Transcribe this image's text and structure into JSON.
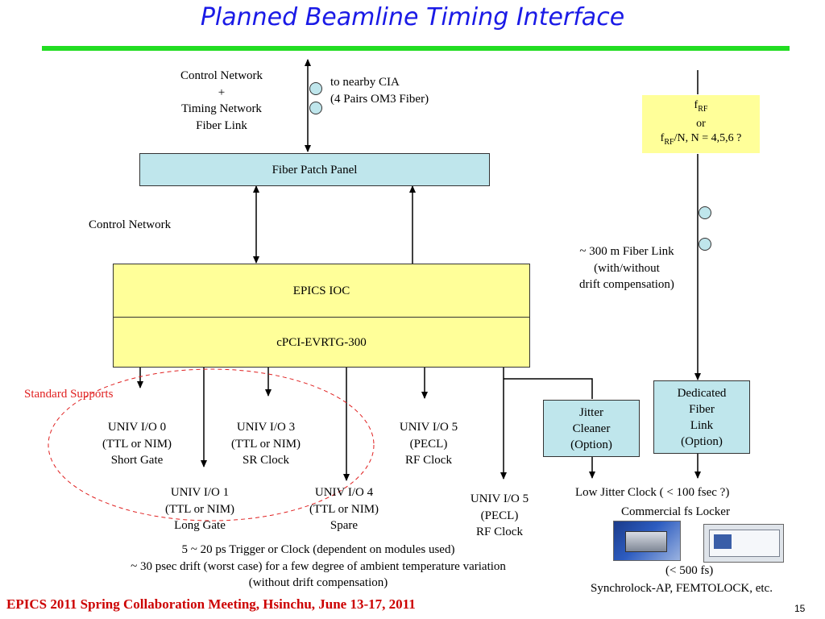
{
  "title": "Planned Beamline Timing Interface",
  "labels": {
    "ctrl_timing": [
      "Control Network",
      "+",
      "Timing Network",
      "Fiber Link"
    ],
    "cia": [
      "to nearby CIA",
      "(4 Pairs OM3 Fiber)"
    ],
    "fiber_patch_panel": "Fiber Patch Panel",
    "control_network": "Control Network",
    "epics_ioc": "EPICS IOC",
    "evr": "cPCI-EVRTG-300",
    "fiber_link_300m": [
      "~ 300 m Fiber Link",
      "(with/without",
      "drift compensation)"
    ],
    "frf": {
      "f": "f",
      "sub1": "RF",
      "or": "or",
      "f2": "f",
      "sub2": "RF",
      "rest": "/N, N = 4,5,6 ?"
    },
    "standard_supports": "Standard Supports",
    "io0": [
      "UNIV I/O 0",
      "(TTL or NIM)",
      "Short Gate"
    ],
    "io1": [
      "UNIV I/O 1",
      "(TTL or NIM)",
      "Long Gate"
    ],
    "io3": [
      "UNIV I/O 3",
      "(TTL or NIM)",
      "SR Clock"
    ],
    "io4": [
      "UNIV I/O 4",
      "(TTL or NIM)",
      "Spare"
    ],
    "io5a": [
      "UNIV I/O 5",
      "(PECL)",
      "RF Clock"
    ],
    "io5b": [
      "UNIV I/O 5",
      "(PECL)",
      "RF Clock"
    ],
    "jitter_cleaner": [
      "Jitter",
      "Cleaner",
      "(Option)"
    ],
    "dedicated_fiber": [
      "Dedicated",
      "Fiber",
      "Link",
      "(Option)"
    ],
    "low_jitter": "Low Jitter Clock ( < 100 fsec ?)",
    "commercial": "Commercial fs Locker",
    "lt500": "(< 500 fs)",
    "synchrolock": "Synchrolock-AP, FEMTOLOCK,  etc.",
    "notes": [
      "5 ~ 20 ps Trigger or Clock (dependent on modules used)",
      "~ 30 psec drift (worst case) for a few degree of ambient temperature variation",
      "(without drift compensation)"
    ]
  },
  "footer": {
    "meeting": "EPICS 2011 Spring Collaboration Meeting, Hsinchu, June 13-17, 2011",
    "page": "15"
  },
  "colors": {
    "title": "#1a1ae6",
    "rule": "#22dd22",
    "panel": "#bfe6ec",
    "ioc": "#ffff99",
    "std": "#e02020",
    "footer": "#cc0000"
  }
}
